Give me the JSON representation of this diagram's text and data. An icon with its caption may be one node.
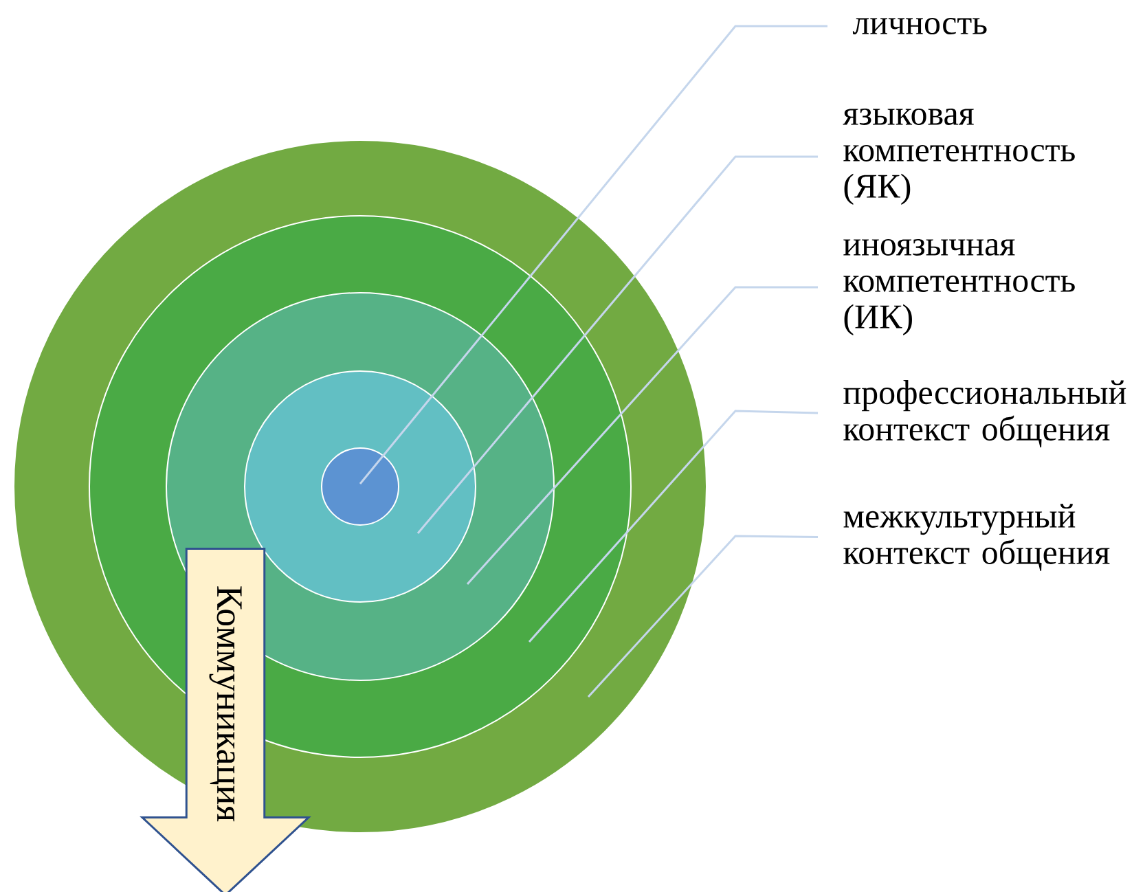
{
  "diagram": {
    "nodes": [
      {
        "text": [],
        "shape": "circle"
      },
      {
        "text": [],
        "shape": "circle",
        "in": 0
      },
      {
        "text": [],
        "shape": "circle",
        "in": 1
      },
      {
        "text": [],
        "shape": "circle",
        "in": 2
      },
      {
        "text": [],
        "shape": "circle",
        "in": 3
      },
      {
        "text": [
          "личность"
        ]
      },
      {
        "text": [
          "языковая компетентность (ЯК)"
        ]
      },
      {
        "text": [
          "иноязычная компетентность (ИК)"
        ]
      },
      {
        "text": [
          "профессиональный контекст общения"
        ]
      },
      {
        "text": [
          "межкультурный контекст общения"
        ]
      },
      {
        "text": [
          "Коммуникация"
        ]
      }
    ],
    "edges": [
      {
        "from": 5,
        "to": 4,
        "arrow": "none"
      },
      {
        "from": 6,
        "to": 3,
        "arrow": "none"
      },
      {
        "from": 7,
        "to": 2,
        "arrow": "none"
      },
      {
        "from": 8,
        "to": 1,
        "arrow": "none"
      },
      {
        "from": 9,
        "to": 0,
        "arrow": "none"
      }
    ]
  }
}
